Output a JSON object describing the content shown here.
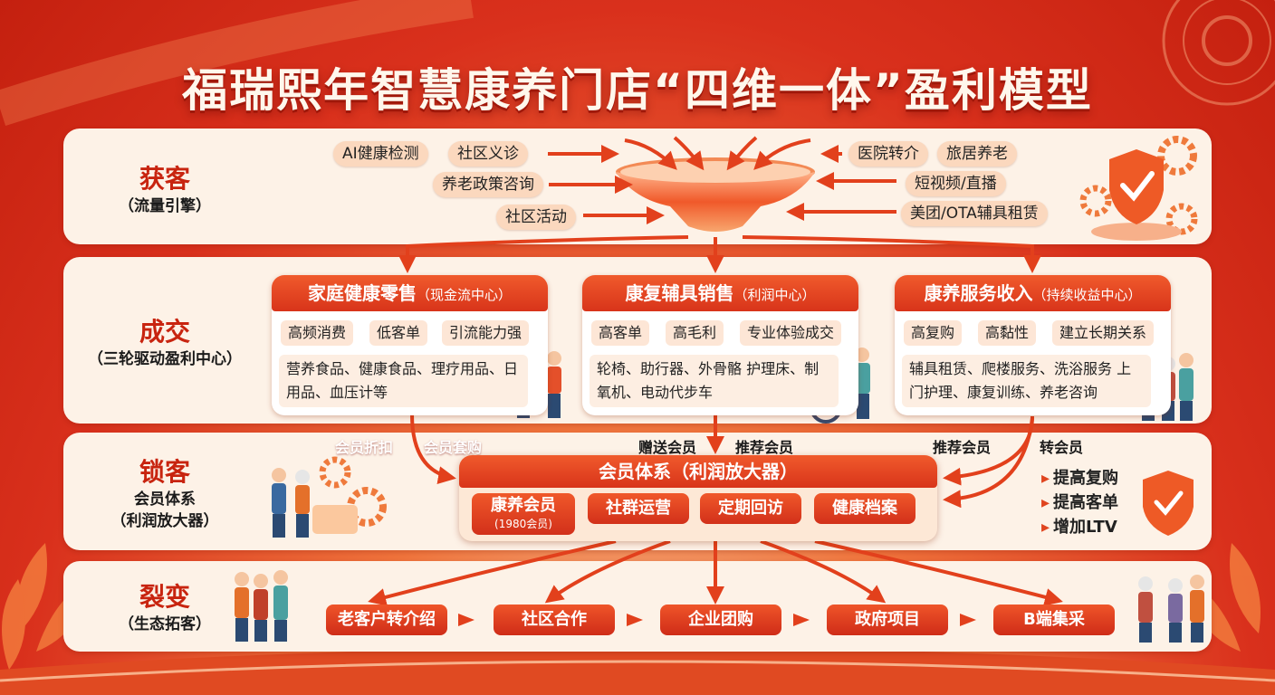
{
  "title": "福瑞熙年智慧康养门店“四维一体”盈利模型",
  "rows": [
    {
      "label": "获客",
      "sub": "（流量引擎）"
    },
    {
      "label": "成交",
      "sub": "（三轮驱动盈利中心）"
    },
    {
      "label": "锁客",
      "sub": "会员体系",
      "sub2": "（利润放大器）"
    },
    {
      "label": "裂变",
      "sub": "（生态拓客）"
    }
  ],
  "channels_left": [
    "AI健康检测",
    "社区义诊",
    "养老政策咨询",
    "社区活动"
  ],
  "channels_right": [
    "医院转介",
    "旅居养老",
    "短视频/直播",
    "美团/OTA辅具租赁"
  ],
  "profit_centers": [
    {
      "title": "家庭健康零售",
      "tag": "（现金流中心）",
      "features": [
        "高频消费",
        "低客单",
        "引流能力强"
      ],
      "desc": "营养食品、健康食品、理疗用品、日用品、血压计等"
    },
    {
      "title": "康复辅具销售",
      "tag": "（利润中心）",
      "features": [
        "高客单",
        "高毛利",
        "专业体验成交"
      ],
      "desc": "轮椅、助行器、外骨骼 护理床、制氧机、电动代步车"
    },
    {
      "title": "康养服务收入",
      "tag": "（持续收益中心）",
      "features": [
        "高复购",
        "高黏性",
        "建立长期关系"
      ],
      "desc": "辅具租赁、爬楼服务、洗浴服务 上门护理、康复训练、养老咨询"
    }
  ],
  "member_labels": [
    "会员折扣",
    "会员套购",
    "赠送会员",
    "推荐会员",
    "推荐会员",
    "转会员"
  ],
  "member_system": {
    "title": "会员体系（利润放大器）",
    "items": [
      {
        "label": "康养会员",
        "note": "(1980会员)"
      },
      {
        "label": "社群运营"
      },
      {
        "label": "定期回访"
      },
      {
        "label": "健康档案"
      }
    ]
  },
  "benefits": [
    "提高复购",
    "提高客单",
    "增加LTV"
  ],
  "fission_steps": [
    "老客户转介绍",
    "社区合作",
    "企业团购",
    "政府项目",
    "B端集采"
  ],
  "colors": {
    "primary": "#d8341a",
    "accent": "#f05a2c",
    "panel": "#fdf2e7",
    "pill": "#fbd8be"
  }
}
